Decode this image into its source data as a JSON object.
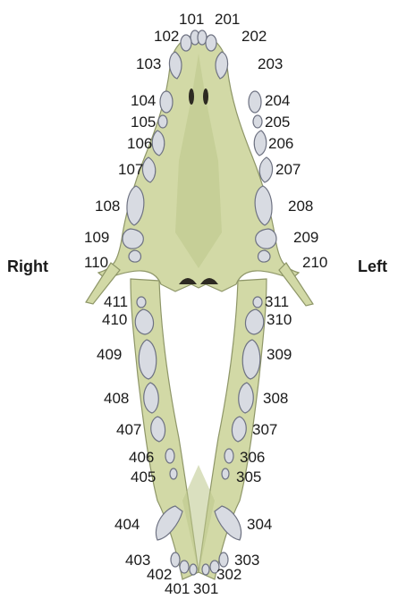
{
  "sides": {
    "right": "Right",
    "left": "Left"
  },
  "upper": {
    "right": [
      "101",
      "102",
      "103",
      "104",
      "105",
      "106",
      "107",
      "108",
      "109",
      "110"
    ],
    "left": [
      "201",
      "202",
      "203",
      "204",
      "205",
      "206",
      "207",
      "208",
      "209",
      "210"
    ]
  },
  "lower": {
    "right": [
      "411",
      "410",
      "409",
      "408",
      "407",
      "406",
      "405",
      "404",
      "403",
      "402",
      "401"
    ],
    "left": [
      "311",
      "310",
      "309",
      "308",
      "307",
      "306",
      "305",
      "304",
      "303",
      "302",
      "301"
    ]
  },
  "colors": {
    "bone": "#d2d9a6",
    "tooth": "#d8dbe2",
    "text": "#1a1a1a"
  }
}
